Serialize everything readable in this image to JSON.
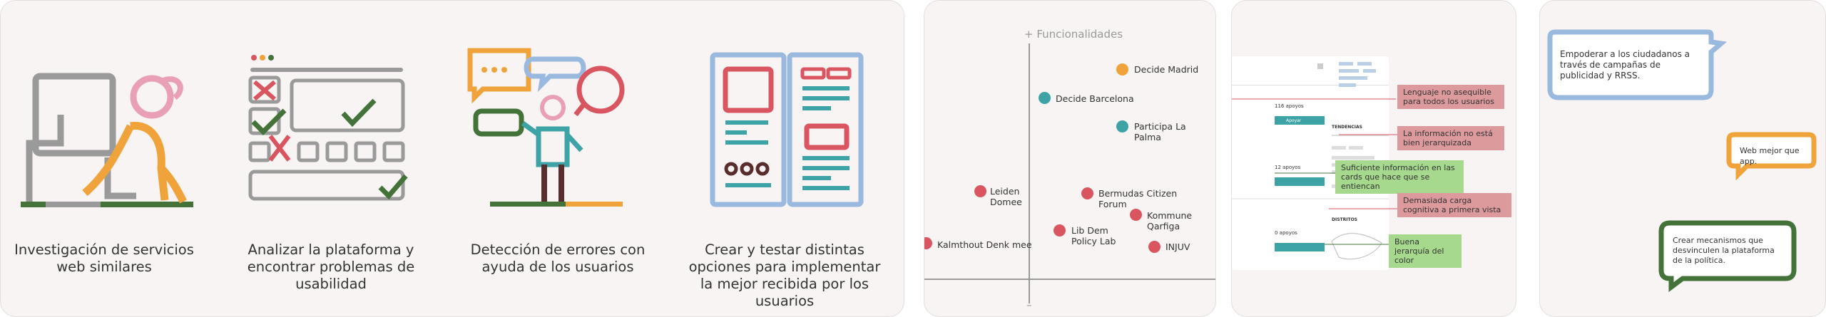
{
  "process": {
    "steps": [
      {
        "caption": "Investigación de servicios web similares",
        "icon": "laptop-person-icon"
      },
      {
        "caption": "Analizar la plataforma y encontrar problemas de usabilidad",
        "icon": "checklist-window-icon"
      },
      {
        "caption": "Detección de errores con ayuda de los usuarios",
        "icon": "person-speech-icon"
      },
      {
        "caption": "Crear y testar distintas opciones para implementar la mejor recibida por los usuarios",
        "icon": "layout-wireframe-icon"
      }
    ]
  },
  "matrix": {
    "axis_top": "+ Funcionalidades",
    "axis_bottom": "–",
    "points": [
      {
        "label": "Decide Madrid",
        "color": "#f0a33b"
      },
      {
        "label": "Decide Barcelona",
        "color": "#3ea3a6"
      },
      {
        "label": "Participa La Palma",
        "color": "#3ea3a6"
      },
      {
        "label": "Leiden Domee",
        "color": "#d95560"
      },
      {
        "label": "Bermudas Citizen Forum",
        "color": "#d95560"
      },
      {
        "label": "Kommune Qarfiga",
        "color": "#d95560"
      },
      {
        "label": "Lib Dem Policy Lab",
        "color": "#d95560"
      },
      {
        "label": "INJUV",
        "color": "#d95560"
      },
      {
        "label": "Kalmthout Denk mee",
        "color": "#d95560"
      }
    ]
  },
  "annotations": {
    "notes": [
      {
        "text": "Lenguaje no asequible para todos los usuarios",
        "tone": "red"
      },
      {
        "text": "La información no está bien jerarquizada",
        "tone": "red"
      },
      {
        "text": "Suficiente información en las cards que hace que se entiencan",
        "tone": "green"
      },
      {
        "text": "Demasiada carga cognitiva a primera vista",
        "tone": "red"
      },
      {
        "text": "Buena jerarquía del color",
        "tone": "green"
      }
    ],
    "screenshot": {
      "supports_1": "116 apoyos",
      "supports_2": "12 apoyos",
      "supports_3": "0 apoyos",
      "button": "Apoyar",
      "section_trends": "TENDENCIAS",
      "section_districts": "DISTRITOS"
    }
  },
  "bubbles": [
    {
      "text": "Empoderar a los ciudadanos a través de campañas de publicidad y RRSS.",
      "color": "#9ab9de"
    },
    {
      "text": "Web mejor que app.",
      "color": "#f0a33b"
    },
    {
      "text": "Crear mecanismos que desvinculen la plataforma de la política.",
      "color": "#44733a"
    }
  ],
  "colors": {
    "gray": "#9a9a9a",
    "red": "#d95560",
    "teal": "#3ea3a6",
    "orange": "#f0a33b",
    "green": "#44733a",
    "blue": "#9ab9de",
    "pink": "#e9a0b6",
    "brown": "#5a2d2d",
    "panel": "#f7f4f3"
  }
}
